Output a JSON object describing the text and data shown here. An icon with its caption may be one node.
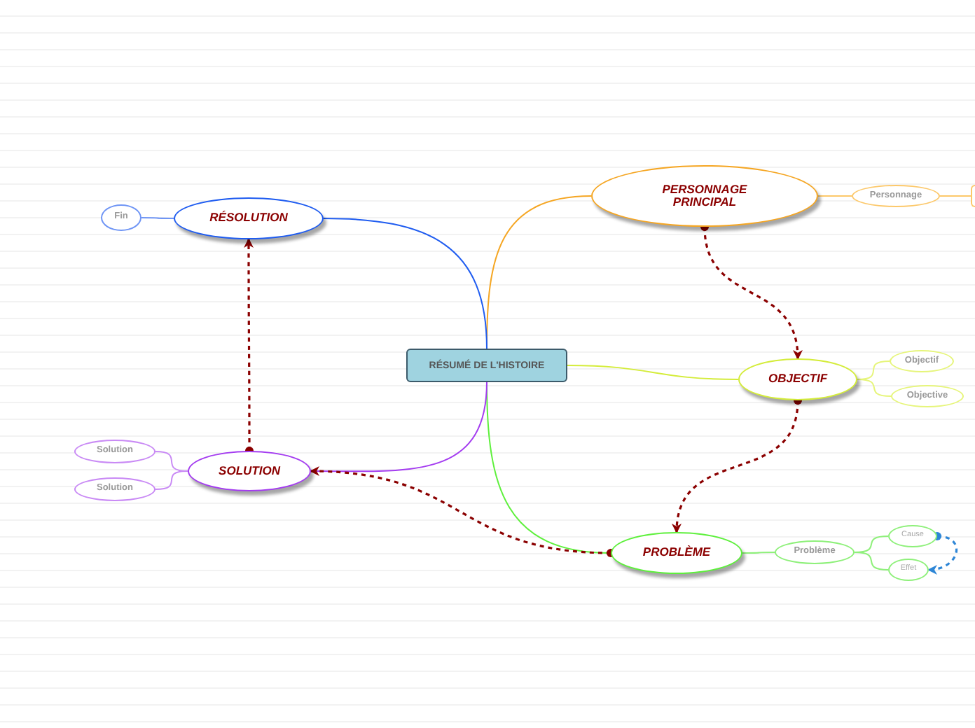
{
  "diagram": {
    "nodes": [
      {
        "text": [
          "RÉSUMÉ DE L'HISTOIRE"
        ]
      },
      {
        "text": [
          "PERSONNAGE PRINCIPAL"
        ]
      },
      {
        "text": [
          "Personnage"
        ]
      },
      {
        "text": [],
        "shape": "box"
      },
      {
        "text": [
          "OBJECTIF"
        ]
      },
      {
        "text": [
          "Objectif"
        ]
      },
      {
        "text": [
          "Objective"
        ]
      },
      {
        "text": [
          "PROBLÈME"
        ]
      },
      {
        "text": [
          "Problème"
        ]
      },
      {
        "text": [
          "Cause"
        ]
      },
      {
        "text": [
          "Effet"
        ]
      },
      {
        "text": [
          "SOLUTION"
        ]
      },
      {
        "text": [
          "Solution"
        ]
      },
      {
        "text": [
          "Solution"
        ]
      },
      {
        "text": [
          "RÉSOLUTION"
        ]
      },
      {
        "text": [
          "Fin"
        ]
      }
    ],
    "edges": [
      {
        "from": 0,
        "to": 1,
        "arrow": "none",
        "color": "#f5a623"
      },
      {
        "from": 0,
        "to": 4,
        "arrow": "none",
        "color": "#d4ec3a"
      },
      {
        "from": 0,
        "to": 7,
        "arrow": "none",
        "color": "#5ef03c"
      },
      {
        "from": 0,
        "to": 11,
        "arrow": "none",
        "color": "#a43cf0"
      },
      {
        "from": 0,
        "to": 14,
        "arrow": "none",
        "color": "#1f5cf0"
      },
      {
        "from": 1,
        "to": 2,
        "arrow": "none",
        "color": "#fcc86a"
      },
      {
        "from": 2,
        "to": 3,
        "arrow": "none",
        "color": "#fcc86a"
      },
      {
        "from": 4,
        "to": 5,
        "arrow": "none",
        "color": "#e6f57a"
      },
      {
        "from": 4,
        "to": 6,
        "arrow": "none",
        "color": "#e6f57a"
      },
      {
        "from": 7,
        "to": 8,
        "arrow": "none",
        "color": "#8ef07a"
      },
      {
        "from": 8,
        "to": 9,
        "arrow": "none",
        "color": "#8ef07a"
      },
      {
        "from": 8,
        "to": 10,
        "arrow": "none",
        "color": "#8ef07a"
      },
      {
        "from": 11,
        "to": 12,
        "arrow": "none",
        "color": "#c98af5"
      },
      {
        "from": 11,
        "to": 13,
        "arrow": "none",
        "color": "#c98af5"
      },
      {
        "from": 14,
        "to": 15,
        "arrow": "none",
        "color": "#6f95f5"
      },
      {
        "from": 1,
        "to": 4,
        "arrow": "to",
        "style": "dashed",
        "color": "#8b0000"
      },
      {
        "from": 4,
        "to": 7,
        "arrow": "to",
        "style": "dashed",
        "color": "#8b0000"
      },
      {
        "from": 7,
        "to": 11,
        "arrow": "to",
        "style": "dashed",
        "color": "#8b0000"
      },
      {
        "from": 11,
        "to": 14,
        "arrow": "to",
        "style": "dashed",
        "color": "#8b0000"
      },
      {
        "from": 9,
        "to": 10,
        "arrow": "to",
        "style": "dashed",
        "color": "#2e86d6"
      }
    ]
  }
}
